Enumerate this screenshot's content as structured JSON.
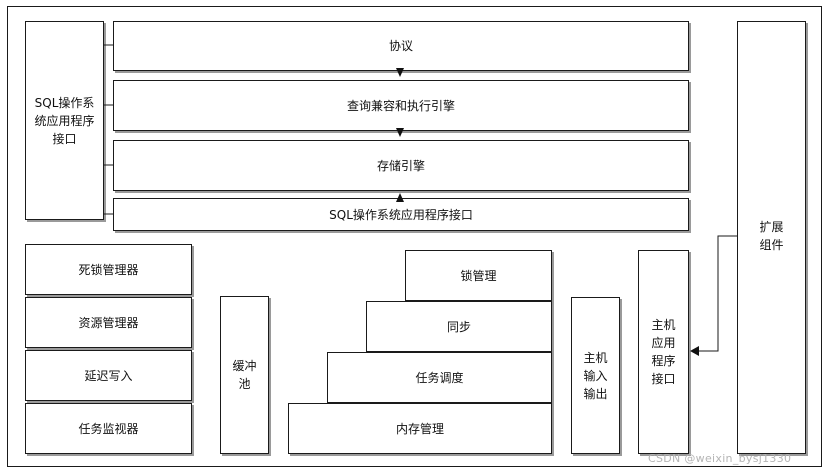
{
  "diagram": {
    "protocol": "协议",
    "query_engine": "查询兼容和执行引擎",
    "storage_engine": "存储引擎",
    "sql_os_api_bottom": "SQL操作系统应用程序接口",
    "sql_os_api_left": "SQL操作系统应用程序接口",
    "extension": "扩展组件",
    "deadlock_manager": "死锁管理器",
    "resource_manager": "资源管理器",
    "lazy_writer": "延迟写入",
    "task_monitor": "任务监视器",
    "buffer_pool": "缓冲池",
    "lock_management": "锁管理",
    "sync": "同步",
    "task_scheduling": "任务调度",
    "memory_management": "内存管理",
    "host_io": "主机输入输出",
    "host_api": "主机应用程序接口"
  },
  "watermark": "CSDN @weixin_bysj1330",
  "colors": {
    "line": "#1a1a1a",
    "shadow": "#9a9a9a",
    "watermark": "#b5b5b5"
  }
}
